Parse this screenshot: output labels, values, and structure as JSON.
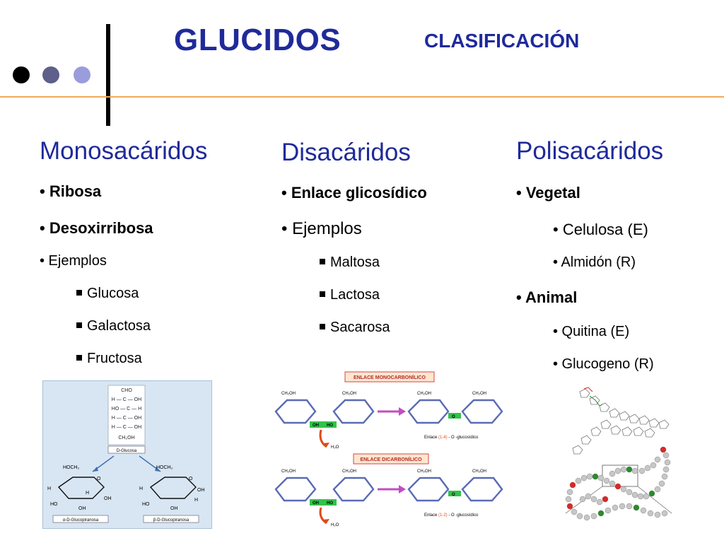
{
  "header": {
    "title": "GLUCIDOS",
    "subtitle": "CLASIFICACIÓN",
    "dots": [
      {
        "name": "dot-black",
        "color": "#000000"
      },
      {
        "name": "dot-slate",
        "color": "#5e5f8a"
      },
      {
        "name": "dot-lavender",
        "color": "#9a9cdc"
      }
    ],
    "rule_color": "#f4a95a",
    "title_color": "#1f2a9a"
  },
  "columns": {
    "mono": {
      "heading": "Monosacáridos",
      "items": [
        "• Ribosa",
        "• Desoxirribosa",
        "• Ejemplos"
      ],
      "examples": [
        "Glucosa",
        "Galactosa",
        "Fructosa"
      ]
    },
    "di": {
      "heading": "Disacáridos",
      "items": [
        "• Enlace glicosídico",
        "• Ejemplos"
      ],
      "examples": [
        "Maltosa",
        "Lactosa",
        "Sacarosa"
      ]
    },
    "poli": {
      "heading": "Polisacáridos",
      "vegetal": "• Vegetal",
      "vegetal_items": [
        "• Celulosa (E)",
        "• Almidón (R)"
      ],
      "animal": "• Animal",
      "animal_items": [
        "• Quitina (E)",
        "• Glucogeno (R)"
      ]
    }
  },
  "figures": {
    "glucose": {
      "chain_atoms": [
        "CHO",
        "H — C — OH",
        "HO — C — H",
        "H — C — OH",
        "H — C — OH",
        "CH₂OH"
      ],
      "chain_label": "D-Glucosa",
      "ring_top": "HOCH₂",
      "alpha_label": "α-D-Glucopiranosa",
      "beta_label": "β-D-Glucopiranosa",
      "ring_labels": [
        "H",
        "OH",
        "HO",
        "OH",
        "H"
      ]
    },
    "bonds": {
      "mono_banner": "ENLACE MONOCARBONÍLICO",
      "di_banner": "ENLACE DICARBONÍLICO",
      "ch2oh": "CH₂OH",
      "oh": "OH",
      "ho": "HO",
      "o": "O",
      "water": "H₂O",
      "mono_caption_a": "Enlace ",
      "mono_caption_num": "(1-4)",
      "mono_caption_b": " - O -glucosídico",
      "di_caption_a": "Enlace ",
      "di_caption_num": "(1-2)",
      "di_caption_b": " - O -glucosídico"
    },
    "colors": {
      "ring": "#5a6bb5",
      "banner_border": "#d64545",
      "banner_fill": "#ffe6cf",
      "green": "#33c24a",
      "arrow": "#e04a1a",
      "bead": "#c7c7c7",
      "bead_red": "#d62a2a",
      "bead_green": "#2b8a2b"
    }
  }
}
